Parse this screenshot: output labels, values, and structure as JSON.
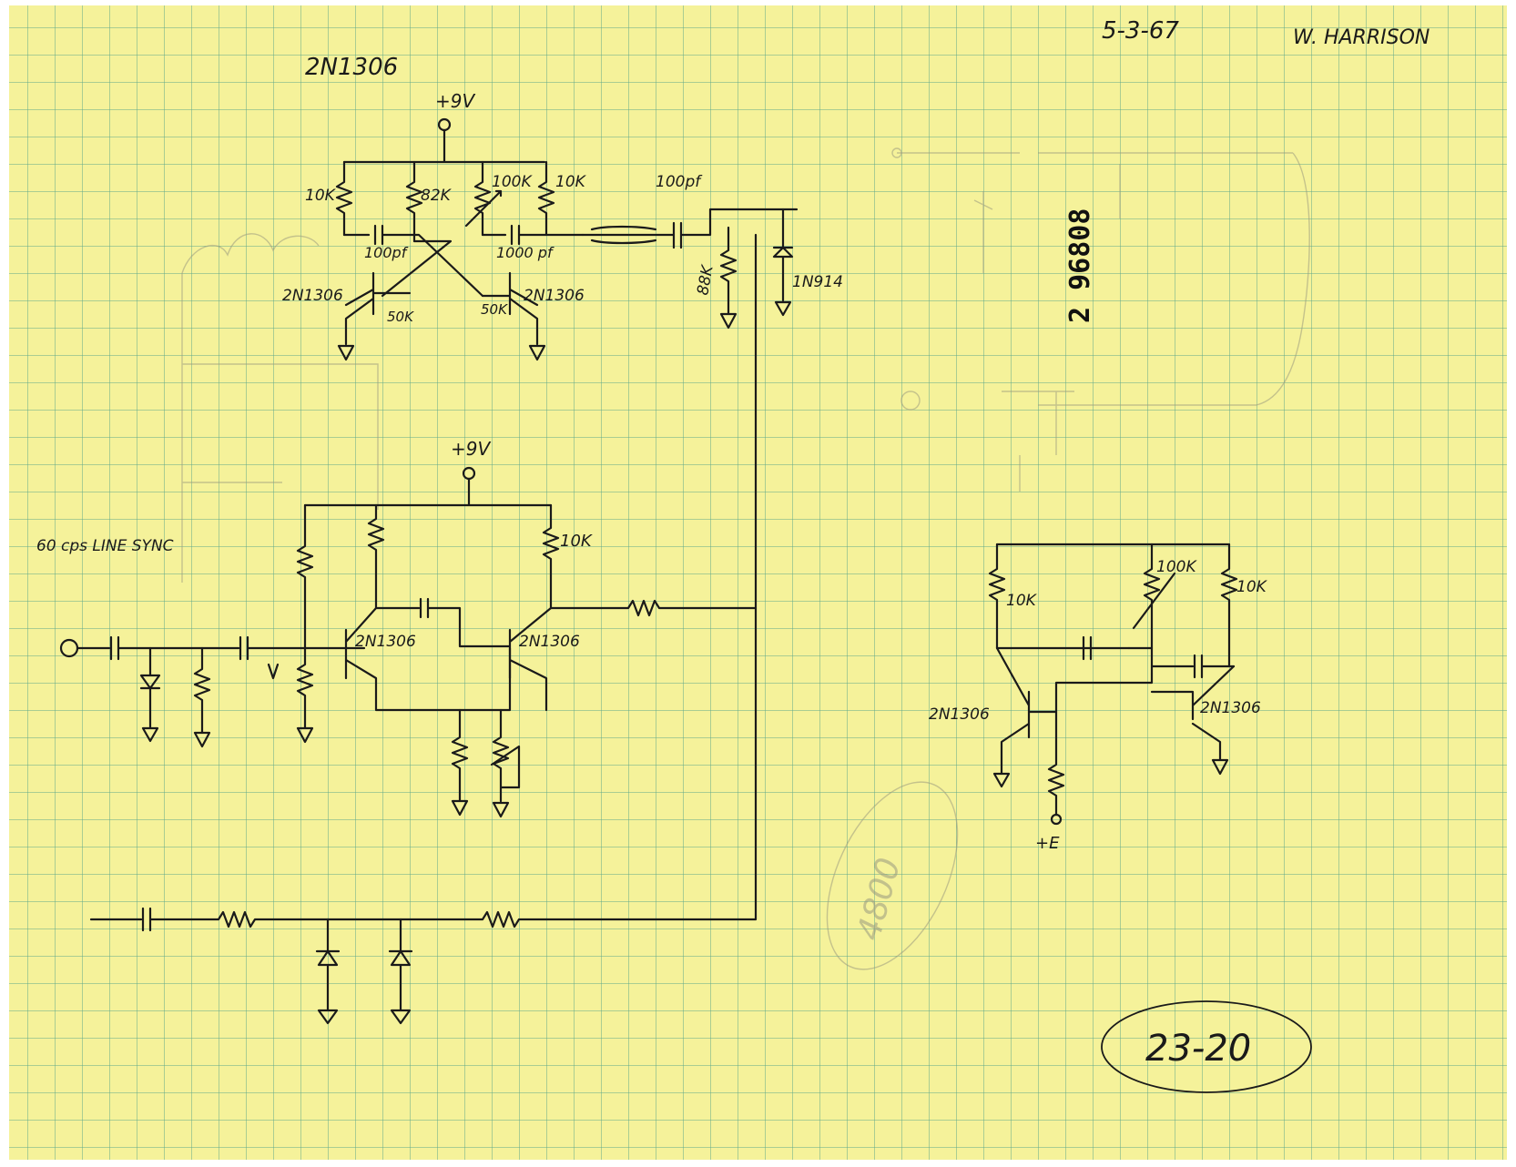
{
  "header": {
    "date": "5-3-67",
    "author": "W. HARRISON",
    "top_part": "2N1306"
  },
  "stamp_number": "2 96808",
  "sheet_id": "23-20",
  "multivibrator_labels": {
    "supply": "+9V",
    "r1": "10K",
    "r2": "82K",
    "r3": "100K",
    "r4": "10K",
    "c1": "100pf",
    "c2": "1000 pf",
    "c3": "100pf",
    "q_left": "2N1306",
    "q_right": "2N1306",
    "pot_left": "50K",
    "pot_right": "50K",
    "r_out": "88K",
    "diode": "1N914"
  },
  "sync_stage_labels": {
    "input": "60 cps LINE SYNC",
    "supply": "+9V",
    "r_load": "10K",
    "q_left": "2N1306",
    "q_right": "2N1306"
  },
  "right_circuit_labels": {
    "r_left": "10K",
    "pot": "100K",
    "r_right": "10K",
    "q_left": "2N1306",
    "q_right": "2N1306",
    "supply": "+E"
  },
  "pencil_notes": {
    "sketch": "4800"
  }
}
